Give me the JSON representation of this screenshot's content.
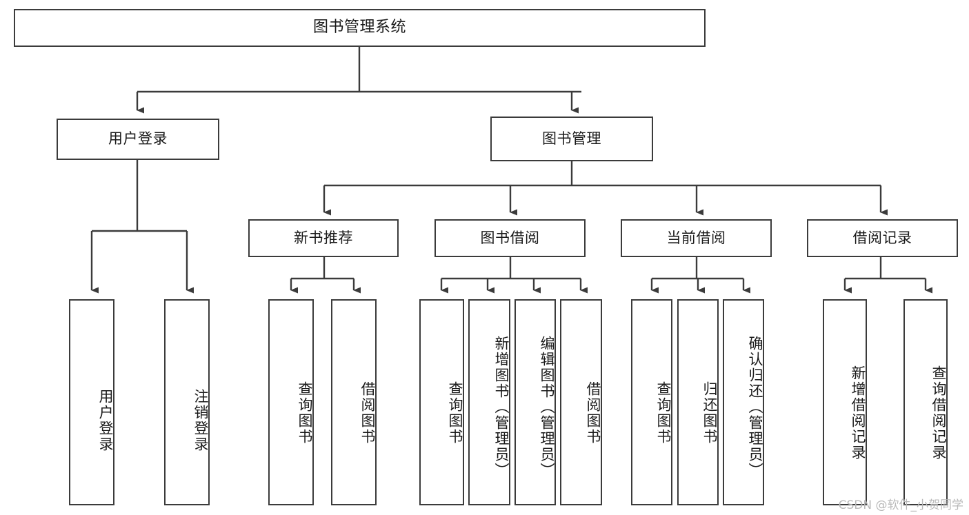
{
  "diagram": {
    "title": "图书管理系统",
    "watermark": "CSDN @软件_小贺同学",
    "line_color": "#3b3b3b",
    "box_fill": "#ffffff",
    "text_color": "#1a1a1a",
    "watermark_color": "#b9b9b9"
  },
  "nodes": {
    "root": {
      "label": "图书管理系统"
    },
    "level1": [
      {
        "label": "用户登录"
      },
      {
        "label": "图书管理"
      }
    ],
    "level2": [
      {
        "label": "新书推荐"
      },
      {
        "label": "图书借阅"
      },
      {
        "label": "当前借阅"
      },
      {
        "label": "借阅记录"
      }
    ],
    "leaves": [
      {
        "label": "用户登录"
      },
      {
        "label": "注销登录"
      },
      {
        "label": "查询图书"
      },
      {
        "label": "借阅图书"
      },
      {
        "label": "查询图书"
      },
      {
        "label": "新增图书（管理员）"
      },
      {
        "label": "编辑图书（管理员）"
      },
      {
        "label": "借阅图书"
      },
      {
        "label": "查询图书"
      },
      {
        "label": "归还图书"
      },
      {
        "label": "确认归还（管理员）"
      },
      {
        "label": "新增借阅记录"
      },
      {
        "label": "查询借阅记录"
      }
    ]
  },
  "chart_data": {
    "type": "diagram",
    "title": "图书管理系统",
    "layout": "top-down tree / hierarchy chart",
    "edges": [
      {
        "from": "图书管理系统",
        "to": "用户登录"
      },
      {
        "from": "图书管理系统",
        "to": "图书管理"
      },
      {
        "from": "用户登录",
        "to": "用户登录"
      },
      {
        "from": "用户登录",
        "to": "注销登录"
      },
      {
        "from": "图书管理",
        "to": "新书推荐"
      },
      {
        "from": "图书管理",
        "to": "图书借阅"
      },
      {
        "from": "图书管理",
        "to": "当前借阅"
      },
      {
        "from": "图书管理",
        "to": "借阅记录"
      },
      {
        "from": "新书推荐",
        "to": "查询图书"
      },
      {
        "from": "新书推荐",
        "to": "借阅图书"
      },
      {
        "from": "图书借阅",
        "to": "查询图书"
      },
      {
        "from": "图书借阅",
        "to": "新增图书（管理员）"
      },
      {
        "from": "图书借阅",
        "to": "编辑图书（管理员）"
      },
      {
        "from": "图书借阅",
        "to": "借阅图书"
      },
      {
        "from": "当前借阅",
        "to": "查询图书"
      },
      {
        "from": "当前借阅",
        "to": "归还图书"
      },
      {
        "from": "当前借阅",
        "to": "确认归还（管理员）"
      },
      {
        "from": "借阅记录",
        "to": "新增借阅记录"
      },
      {
        "from": "借阅记录",
        "to": "查询借阅记录"
      }
    ]
  }
}
